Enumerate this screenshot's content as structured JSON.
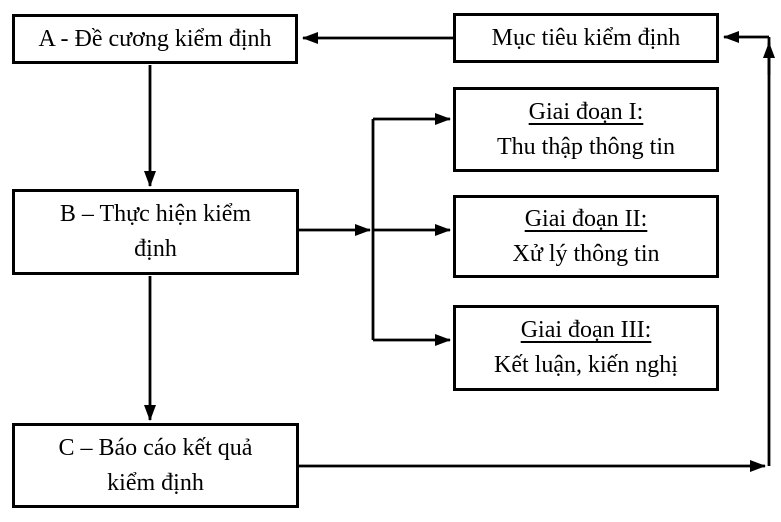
{
  "nodes": {
    "a": {
      "label": "A - Đề cương kiểm định"
    },
    "muc_tieu": {
      "label": "Mục tiêu kiểm định"
    },
    "b": {
      "line1": "B – Thực hiện kiểm",
      "line2": "định"
    },
    "gd1": {
      "title": "Giai đoạn I:",
      "subtitle": "Thu thập thông tin"
    },
    "gd2": {
      "title": "Giai đoạn II:",
      "subtitle": "Xử lý thông tin"
    },
    "gd3": {
      "title": "Giai đoạn III:",
      "subtitle": "Kết luận, kiến nghị"
    },
    "c": {
      "line1": "C – Báo cáo kết quả",
      "line2": "kiểm định"
    }
  },
  "colors": {
    "line": "#000000",
    "border": "#000000",
    "text": "#000000",
    "background": "#ffffff"
  }
}
